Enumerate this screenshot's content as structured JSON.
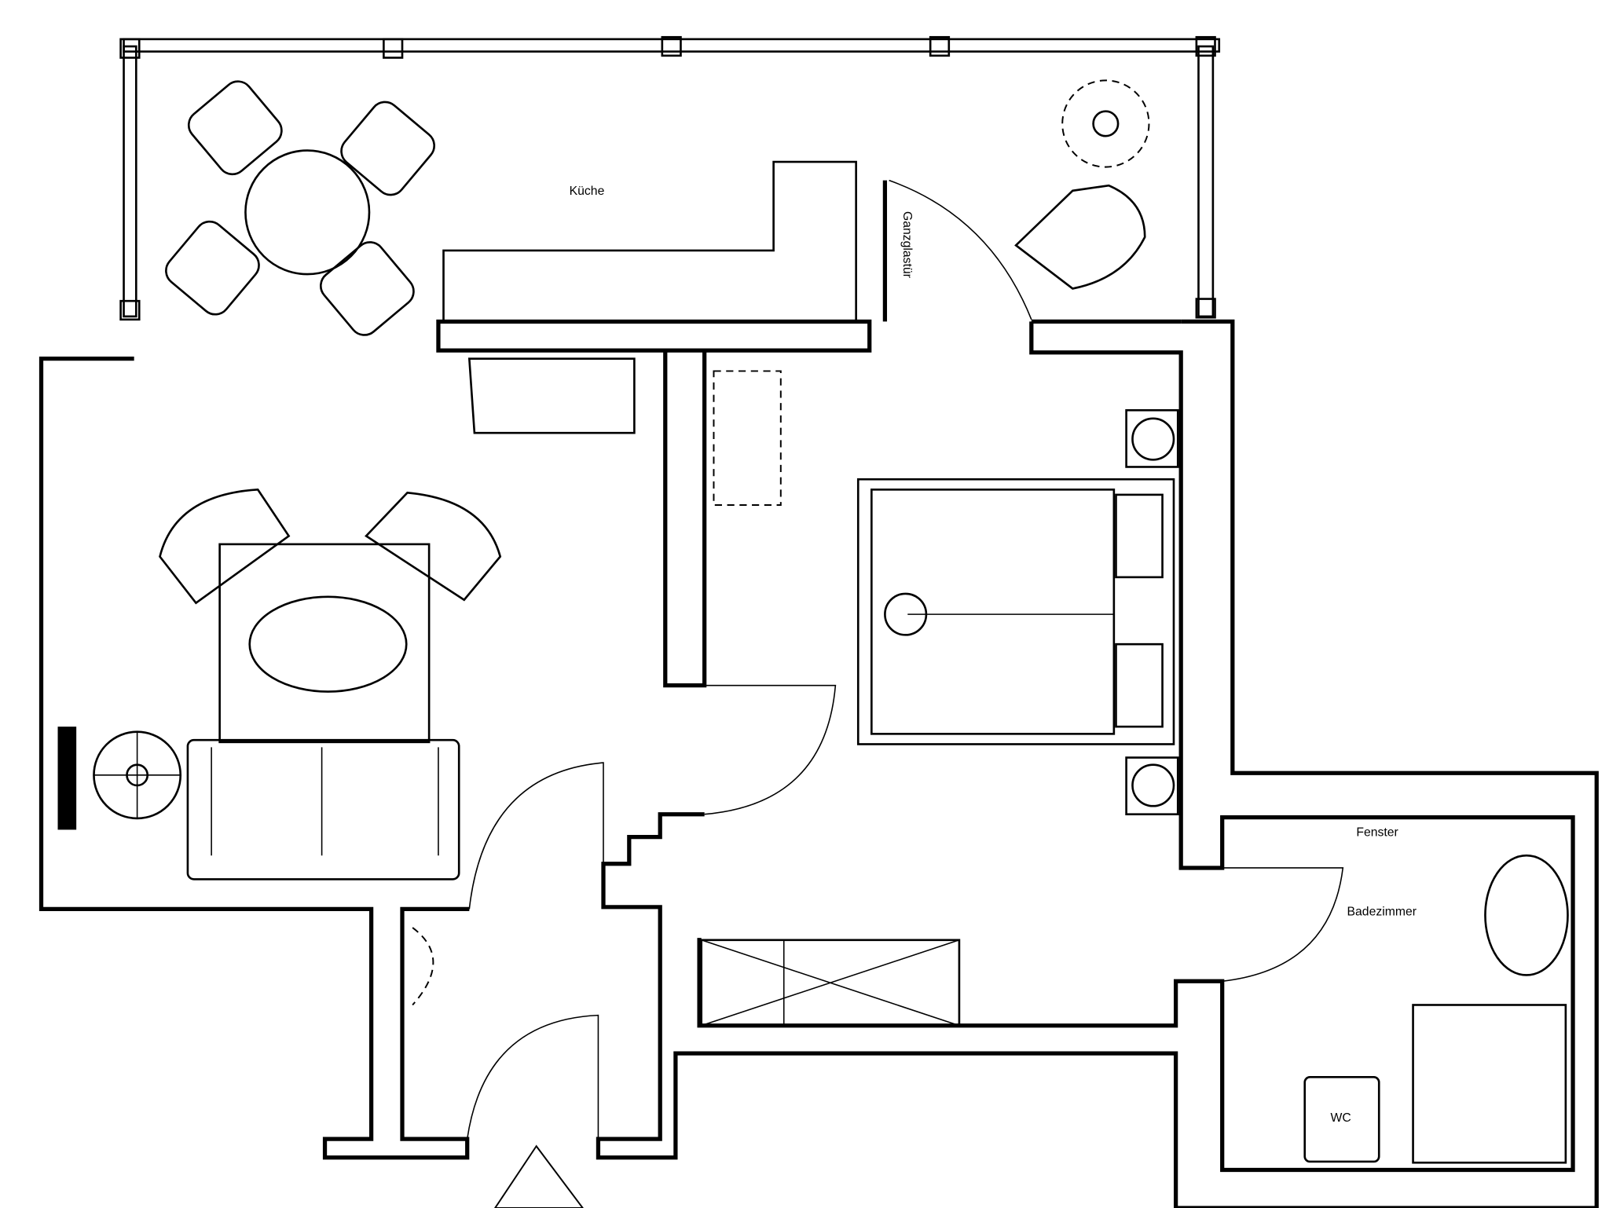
{
  "plan": {
    "rooms": {
      "kitchen": "Küche",
      "glass_door": "Ganzglastür",
      "window": "Fenster",
      "bathroom": "Badezimmer",
      "toilet": "WC"
    },
    "colors": {
      "line": "#000000",
      "background": "#ffffff"
    }
  }
}
